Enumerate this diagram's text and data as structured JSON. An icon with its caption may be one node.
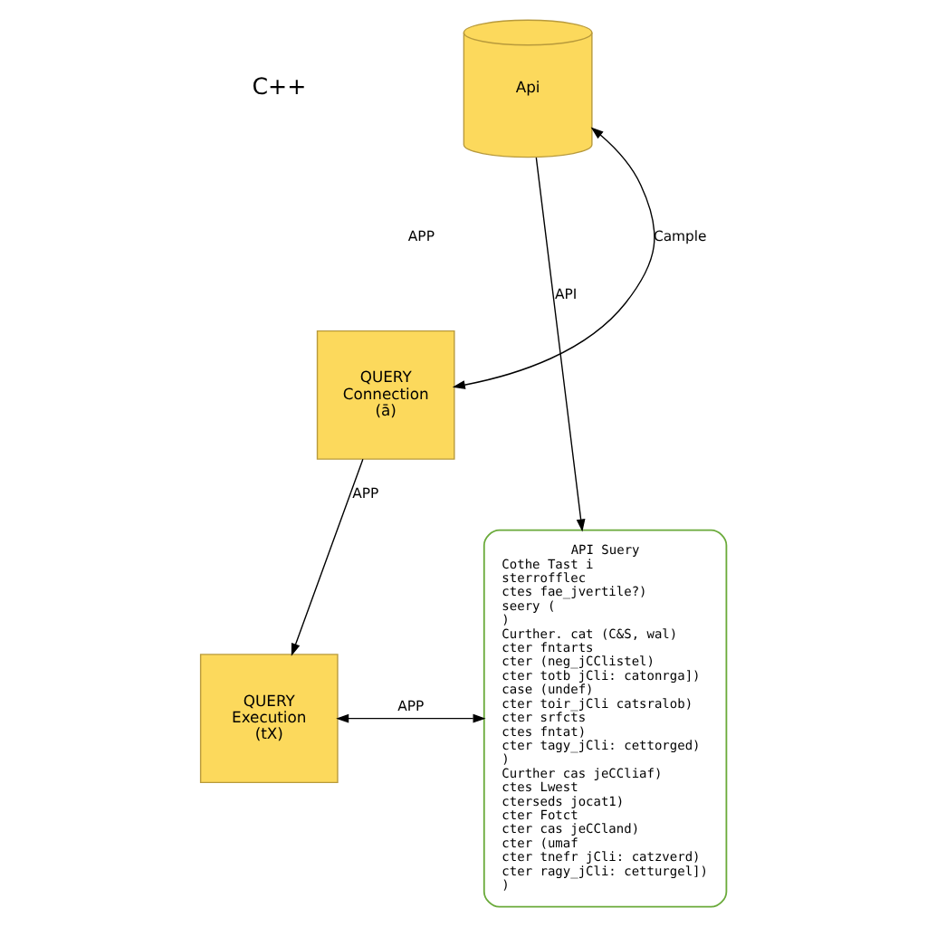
{
  "diagram": {
    "nodes": [
      {
        "text": [
          "Api"
        ]
      },
      {
        "text": [
          "API Suery",
          "Cothe Tast i",
          "sterrofflec",
          "ctes fae_jvertile?)",
          "seery (",
          ")",
          "Curther. cat (C&S, wal)",
          "cter fntarts",
          "cter (neg_jCClistel)",
          "cter totb jCli: catonrga])",
          "case (undef)",
          "cter toir_jCli catsralob)",
          "cter srfcts",
          "ctes fntat)",
          "cter tagy_jCli: cettorged)",
          ")",
          "Curther cas jeCCliaf)",
          "ctes Lwest",
          "cterseds jocat1)",
          "cter Fotct",
          "cter cas jeCCland)",
          "cter (umaf",
          "cter tnefr jCli: catzverd)",
          "cter ragy_jCli: cetturgel])",
          ")"
        ]
      },
      {
        "text": [
          "QUERY",
          "Connection",
          "(ā)"
        ]
      },
      {
        "text": [
          "QUERY",
          "Execution",
          "(tX)"
        ]
      }
    ],
    "edges": [
      {
        "from": 2,
        "to": 0,
        "arrow": "both",
        "label": "Cample"
      },
      {
        "from": 0,
        "to": 1,
        "arrow": "to",
        "label": "API"
      },
      {
        "from": 2,
        "to": 3,
        "arrow": "to",
        "label": "APP"
      },
      {
        "from": 3,
        "to": 1,
        "arrow": "both",
        "label": "APP"
      }
    ],
    "labels": [
      "C++",
      "APP"
    ]
  }
}
